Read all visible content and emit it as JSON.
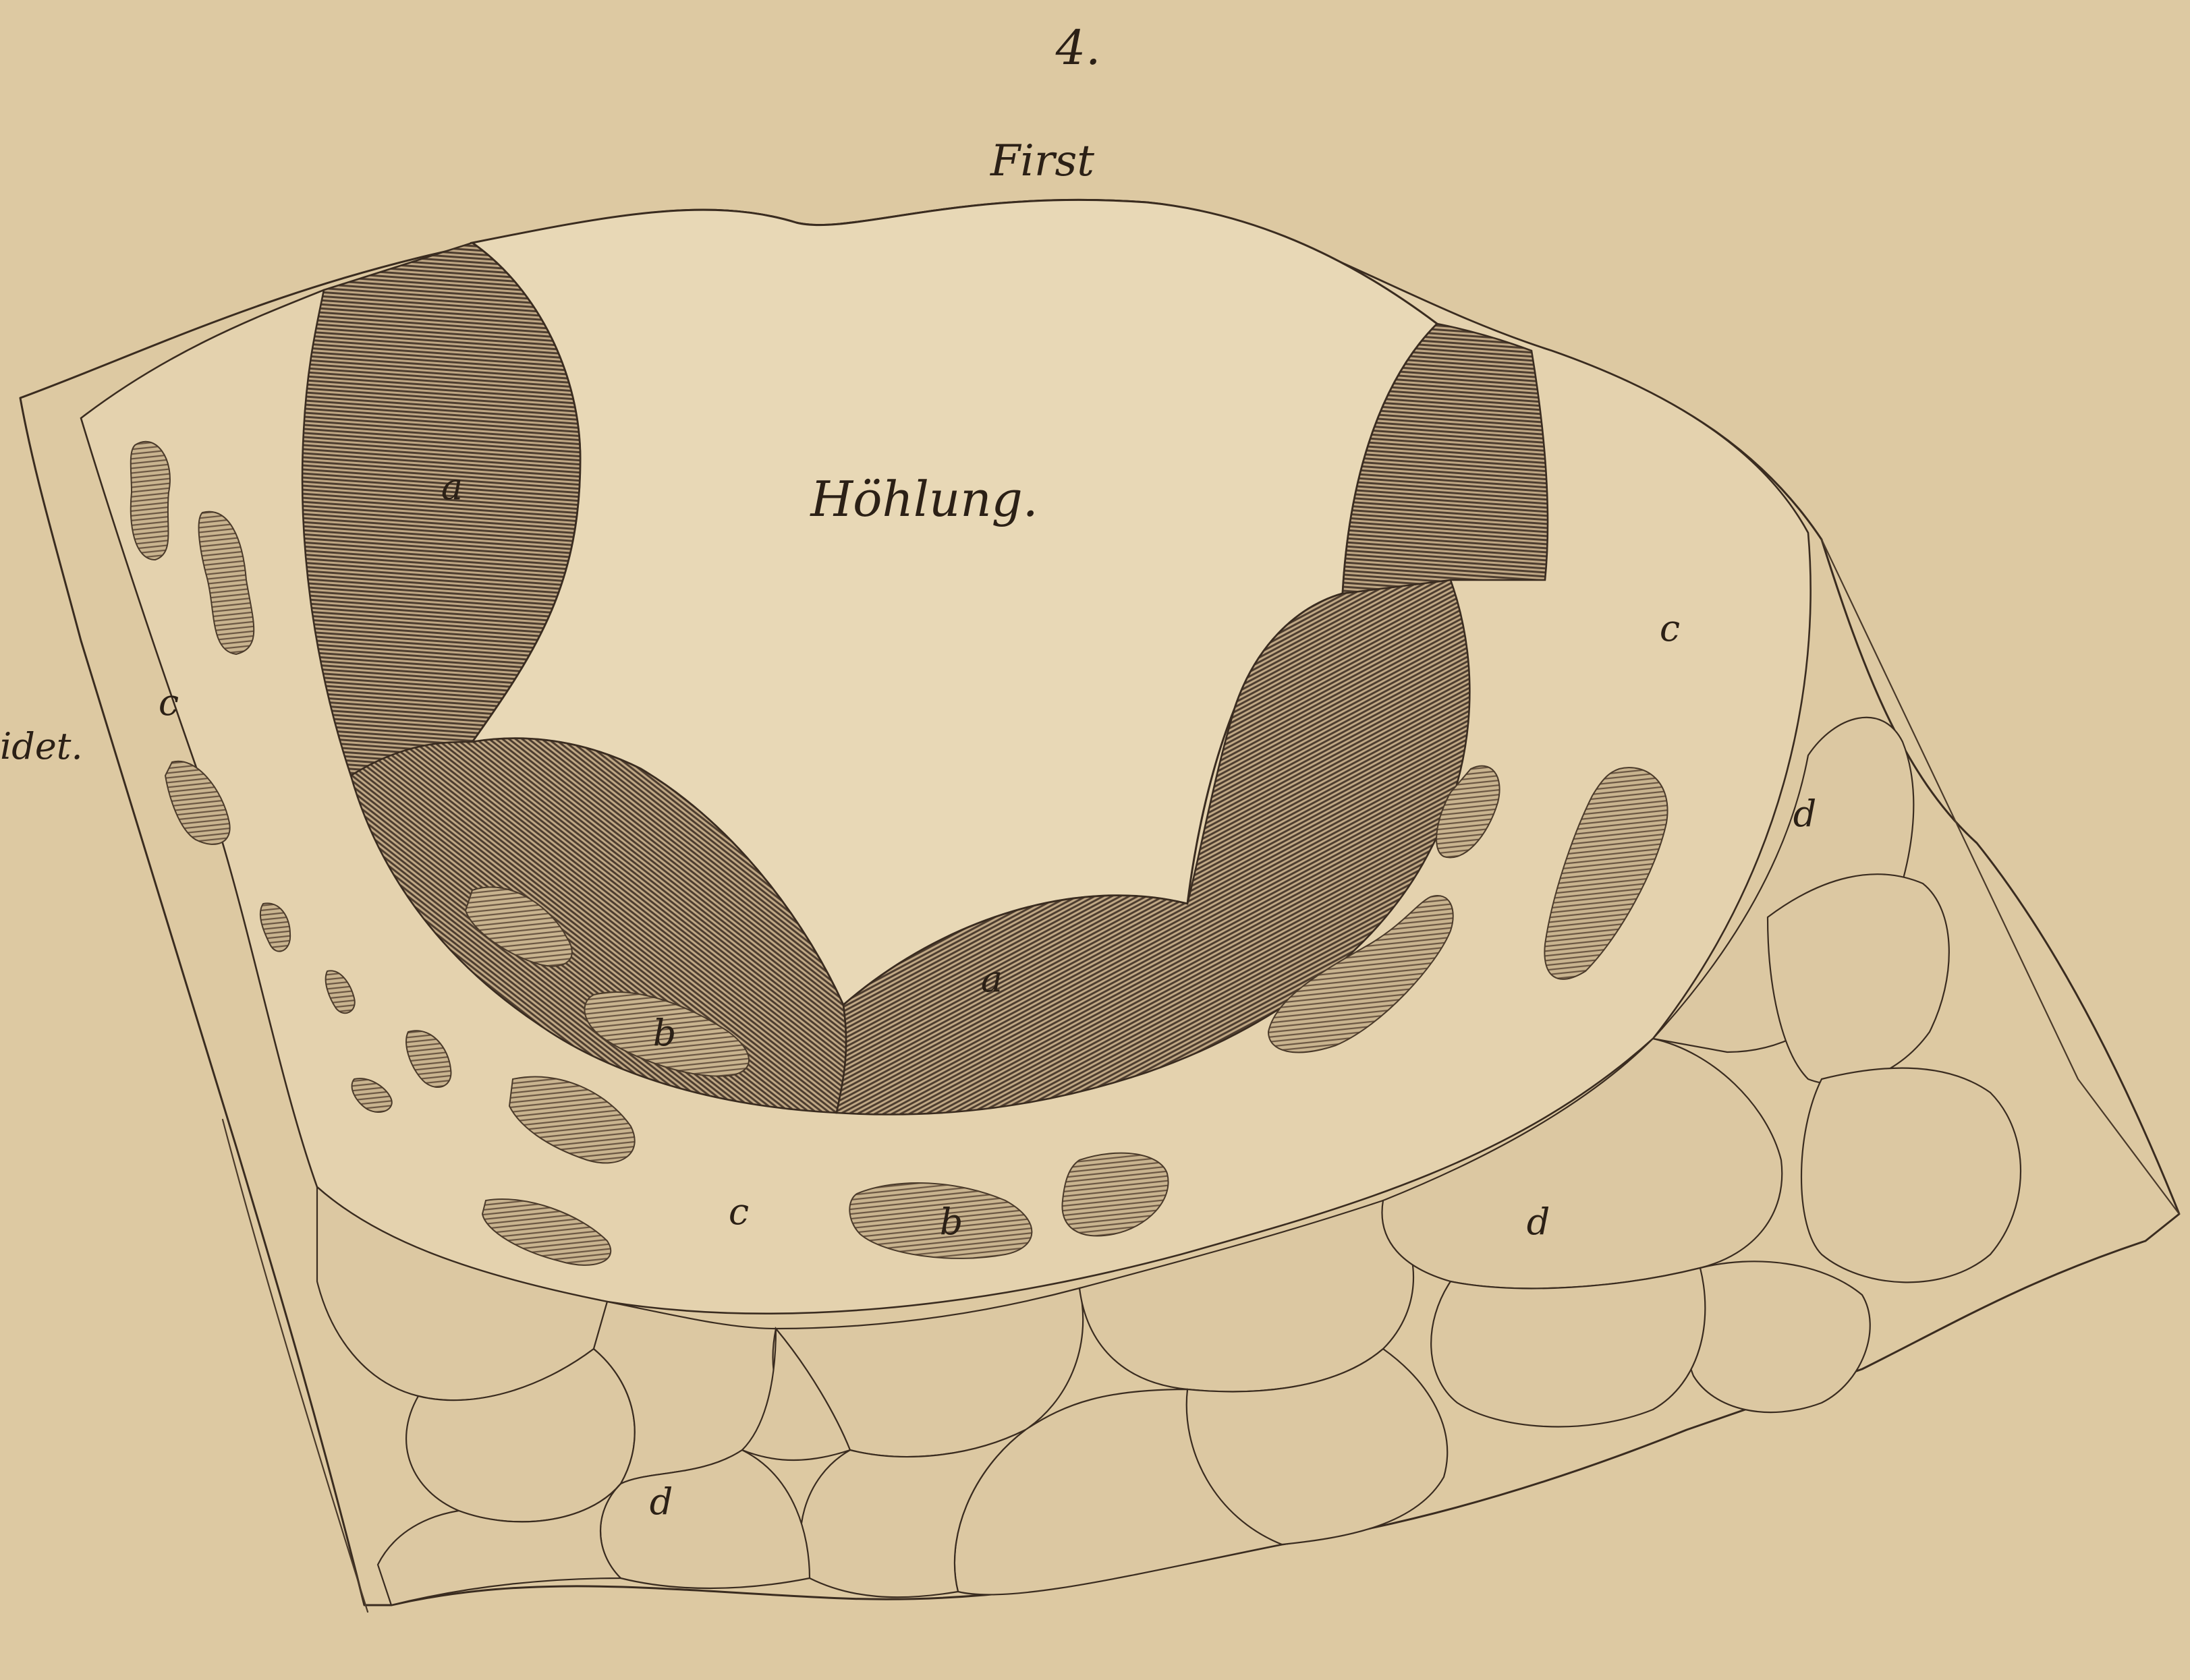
{
  "plate": {
    "number": "4.",
    "top_label": "First",
    "cavity_label": "Höhlung.",
    "side_label": "idet."
  },
  "legend_letters": {
    "a": "a",
    "b": "b",
    "c": "c",
    "d": "d"
  },
  "colors": {
    "paper": "#ddc9a2",
    "zone_c": "#e3d1ad",
    "hatch_dark": "#5b4a3a",
    "ink": "#2b2016"
  }
}
